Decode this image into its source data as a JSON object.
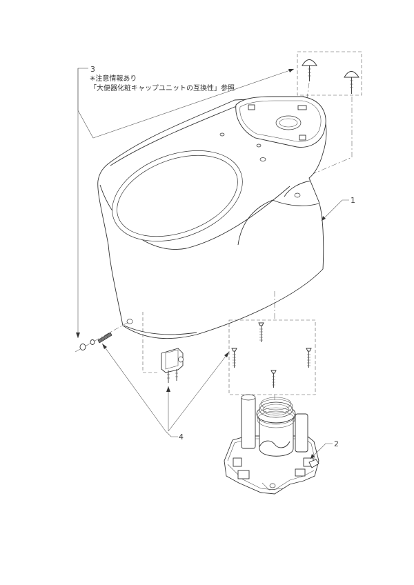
{
  "callouts": {
    "part1": "1",
    "part2": "2",
    "part3": "3",
    "part4": "4"
  },
  "note": {
    "line1": "✳注意情報あり",
    "line2": "「大便器化粧キャップユニットの互換性」参照"
  },
  "colors": {
    "line": "#333333",
    "background": "#ffffff"
  }
}
